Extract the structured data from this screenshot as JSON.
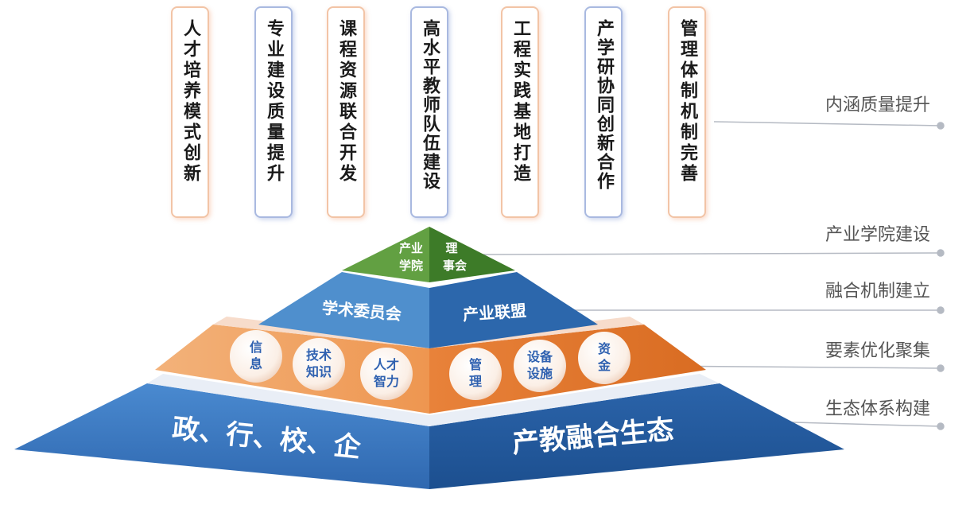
{
  "top_cards": [
    {
      "text": "人才培养模式创新",
      "style": "o"
    },
    {
      "text": "专业建设质量提升",
      "style": "b"
    },
    {
      "text": "课程资源联合开发",
      "style": "o"
    },
    {
      "text": "高水平教师队伍建设",
      "style": "b"
    },
    {
      "text": "工程实践基地打造",
      "style": "o"
    },
    {
      "text": "产学研协同创新合作",
      "style": "b"
    },
    {
      "text": "管理体制机制完善",
      "style": "o"
    }
  ],
  "side_labels": [
    "内涵质量提升",
    "产业学院建设",
    "融合机制建立",
    "要素优化聚集",
    "生态体系构建"
  ],
  "pyramid": {
    "apex_left": [
      "产业",
      "学院"
    ],
    "apex_right": [
      "理",
      "事会"
    ],
    "tier2_left": "学术委员会",
    "tier2_right": "产业联盟",
    "tier3_balls": [
      [
        "信",
        "息"
      ],
      [
        "技术",
        "知识"
      ],
      [
        "人才",
        "智力"
      ],
      [
        "管",
        "理"
      ],
      [
        "设备",
        "设施"
      ],
      [
        "资",
        "金"
      ]
    ],
    "base_left": "政、行、校、企",
    "base_right": "产教融合生态"
  },
  "colors": {
    "apex_left": "#5e9c3e",
    "apex_right": "#3f7a2a",
    "tier2_left": "#4b8ccb",
    "tier2_right": "#2d68ad",
    "tier3_left": "#f0a060",
    "tier3_right": "#e07a30",
    "base_left": "#3f7dc4",
    "base_right": "#245c9e"
  }
}
